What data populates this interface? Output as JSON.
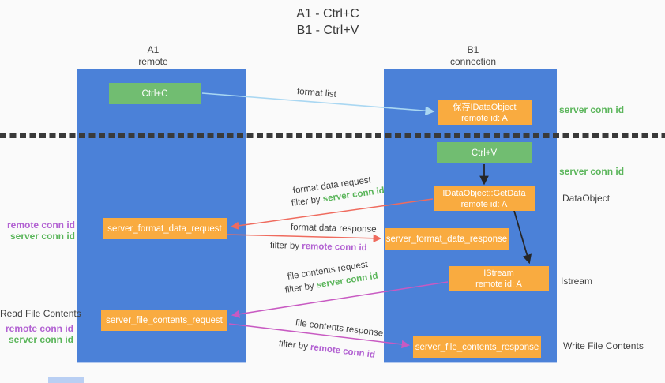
{
  "title": {
    "line1": "A1 - Ctrl+C",
    "line2": "B1 - Ctrl+V"
  },
  "lifelines": {
    "left": {
      "name": "A1",
      "role": "remote"
    },
    "right": {
      "name": "B1",
      "role": "connection"
    }
  },
  "nodes": {
    "ctrl_c": {
      "label": "Ctrl+C"
    },
    "save_idataobject": {
      "line1": "保存IDataObject",
      "line2": "remote id: A"
    },
    "ctrl_v": {
      "label": "Ctrl+V"
    },
    "getdata": {
      "line1": "IDataObject::GetData",
      "line2": "remote id: A"
    },
    "format_request": {
      "label": "server_format_data_request"
    },
    "format_response": {
      "label": "server_format_data_response"
    },
    "istream": {
      "line1": "IStream",
      "line2": "remote id: A"
    },
    "file_request": {
      "label": "server_file_contents_request"
    },
    "file_response": {
      "label": "server_file_contents_response"
    }
  },
  "arrow_labels": {
    "format_list": "format list",
    "format_data_request": "format data request",
    "format_data_request_filter": {
      "prefix": "filter by ",
      "key": "server conn id"
    },
    "format_data_response": "format data response",
    "format_data_response_filter": {
      "prefix": "filter by ",
      "key": "remote conn id"
    },
    "file_contents_request": "file contents request",
    "file_contents_request_filter": {
      "prefix": "filter by ",
      "key": "server conn id"
    },
    "file_contents_response": "file contents response",
    "file_contents_response_filter": {
      "prefix": "filter by ",
      "key": "remote conn id"
    }
  },
  "side_labels": {
    "right_server_conn_id_1": "server conn id",
    "right_server_conn_id_2": "server conn id",
    "dataobject": "DataObject",
    "istream": "Istream",
    "write_file_contents": "Write File Contents",
    "read_file_contents": "Read File Contents",
    "left_remote_conn_id_1": "remote conn id",
    "left_server_conn_id_1": "server conn id",
    "left_remote_conn_id_2": "remote conn id",
    "left_server_conn_id_2": "server conn id"
  },
  "colors": {
    "lifeline_blue": "#4b81d8",
    "node_green": "#71bd71",
    "node_orange": "#f9ab40",
    "text_green": "#5ab55a",
    "text_purple": "#b261d2",
    "arrow_light_blue": "#a9d7f2",
    "arrow_red": "#ef6b5e",
    "arrow_magenta": "#c85ac2",
    "arrow_black": "#262626"
  }
}
